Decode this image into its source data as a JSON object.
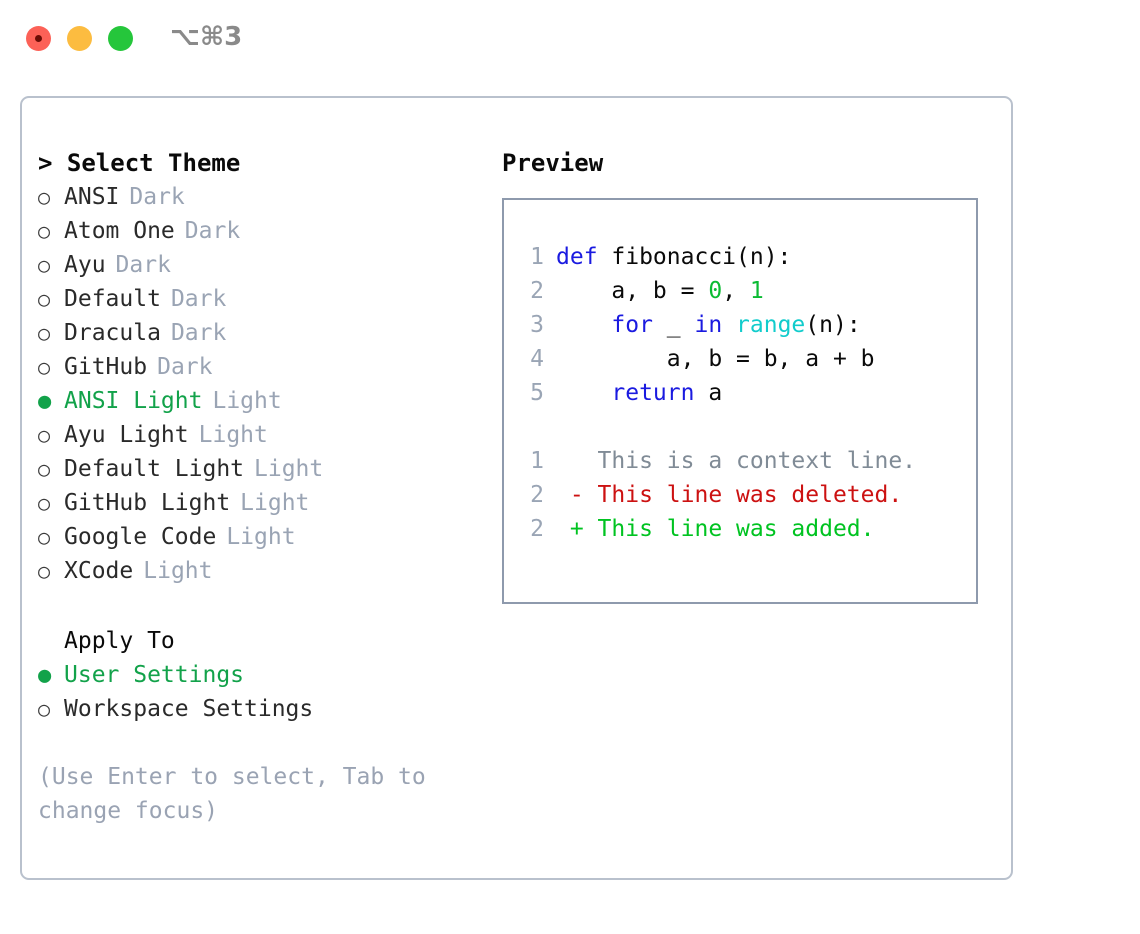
{
  "window": {
    "shortcut": "⌥⌘3",
    "traffic_lights": [
      {
        "name": "close",
        "color": "#fc6157"
      },
      {
        "name": "minimize",
        "color": "#fcbc40"
      },
      {
        "name": "zoom",
        "color": "#25c63b"
      }
    ]
  },
  "theme_picker": {
    "title": "> Select Theme",
    "markers": {
      "selected": "●",
      "unselected": "○"
    },
    "items": [
      {
        "label": "ANSI",
        "suffix": "Dark",
        "selected": false
      },
      {
        "label": "Atom One",
        "suffix": "Dark",
        "selected": false
      },
      {
        "label": "Ayu",
        "suffix": "Dark",
        "selected": false
      },
      {
        "label": "Default",
        "suffix": "Dark",
        "selected": false
      },
      {
        "label": "Dracula",
        "suffix": "Dark",
        "selected": false
      },
      {
        "label": "GitHub",
        "suffix": "Dark",
        "selected": false
      },
      {
        "label": "ANSI Light",
        "suffix": "Light",
        "selected": true
      },
      {
        "label": "Ayu Light",
        "suffix": "Light",
        "selected": false
      },
      {
        "label": "Default Light",
        "suffix": "Light",
        "selected": false
      },
      {
        "label": "GitHub Light",
        "suffix": "Light",
        "selected": false
      },
      {
        "label": "Google Code",
        "suffix": "Light",
        "selected": false
      },
      {
        "label": "XCode",
        "suffix": "Light",
        "selected": false
      }
    ]
  },
  "apply_to": {
    "title": "Apply To",
    "items": [
      {
        "label": "User Settings",
        "selected": true
      },
      {
        "label": "Workspace Settings",
        "selected": false
      }
    ]
  },
  "hint": "(Use Enter to select, Tab to change focus)",
  "preview": {
    "title": "Preview",
    "code_lines": [
      {
        "no": "1",
        "tokens": [
          {
            "t": "def",
            "c": "kw"
          },
          {
            "t": " fibonacci(n):",
            "c": "pl"
          }
        ]
      },
      {
        "no": "2",
        "tokens": [
          {
            "t": "    a, b = ",
            "c": "pl"
          },
          {
            "t": "0",
            "c": "num"
          },
          {
            "t": ", ",
            "c": "pl"
          },
          {
            "t": "1",
            "c": "num"
          }
        ]
      },
      {
        "no": "3",
        "tokens": [
          {
            "t": "    ",
            "c": "pl"
          },
          {
            "t": "for",
            "c": "kw"
          },
          {
            "t": " _ ",
            "c": "pl"
          },
          {
            "t": "in",
            "c": "kw"
          },
          {
            "t": " ",
            "c": "pl"
          },
          {
            "t": "range",
            "c": "fn"
          },
          {
            "t": "(n):",
            "c": "pl"
          }
        ]
      },
      {
        "no": "4",
        "tokens": [
          {
            "t": "        a, b = b, a + b",
            "c": "pl"
          }
        ]
      },
      {
        "no": "5",
        "tokens": [
          {
            "t": "    ",
            "c": "pl"
          },
          {
            "t": "return",
            "c": "kw"
          },
          {
            "t": " a",
            "c": "pl"
          }
        ]
      }
    ],
    "diff_lines": [
      {
        "no": "1",
        "sign": " ",
        "text": "This is a context line.",
        "kind": "ctx"
      },
      {
        "no": "2",
        "sign": "-",
        "text": "This line was deleted.",
        "kind": "del"
      },
      {
        "no": "2",
        "sign": "+",
        "text": "This line was added.",
        "kind": "add"
      }
    ]
  },
  "colors": {
    "accent_green": "#12a24a",
    "muted": "#9aa4b4",
    "keyword": "#1a1ae0",
    "function": "#11cccc",
    "number": "#0bbb33",
    "diff_delete": "#cc1111",
    "diff_add": "#00c321",
    "border": "#b9c1cd",
    "preview_border": "#8e9aad"
  }
}
